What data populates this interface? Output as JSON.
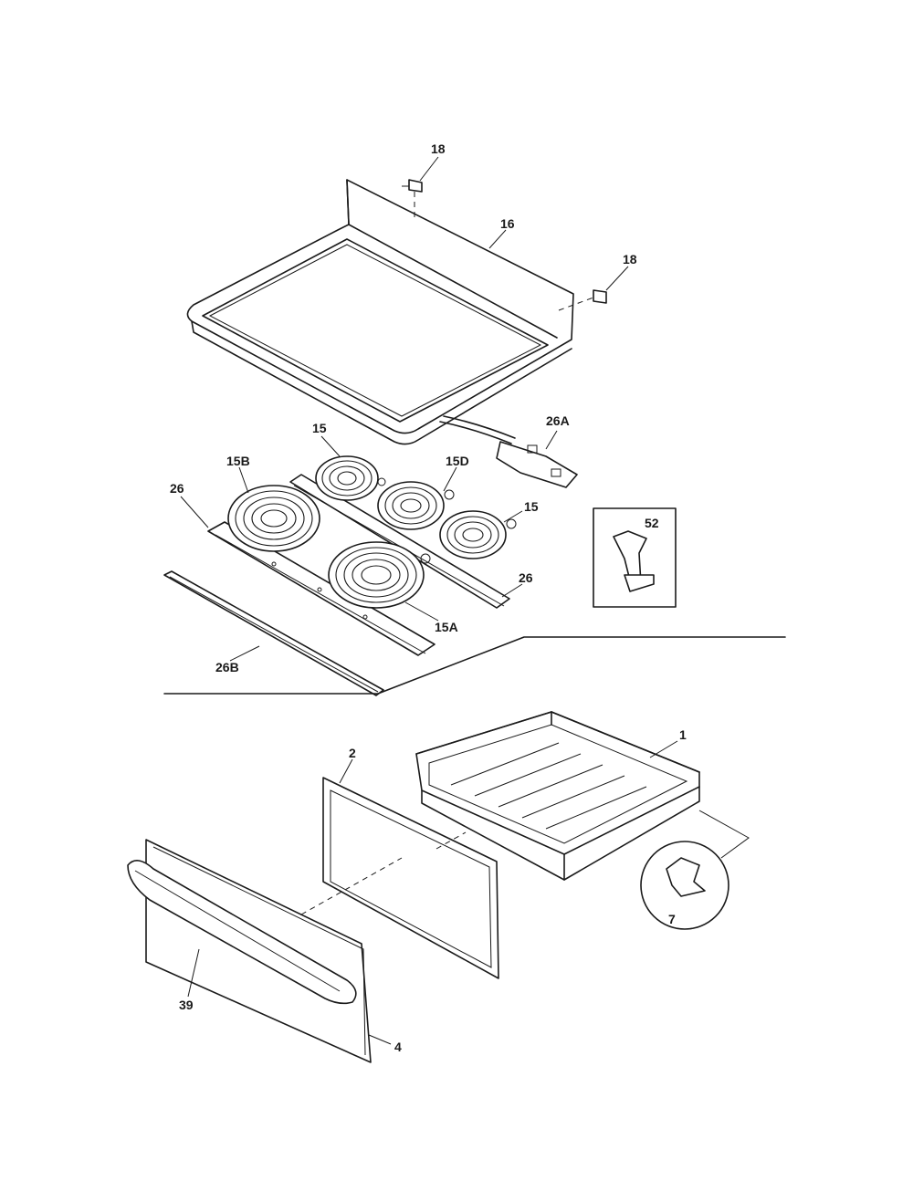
{
  "callouts": {
    "p1": "1",
    "p2": "2",
    "p4": "4",
    "p7": "7",
    "p15_top": "15",
    "p15_right": "15",
    "p15A": "15A",
    "p15B": "15B",
    "p15D": "15D",
    "p16": "16",
    "p18_left": "18",
    "p18_right": "18",
    "p26_left": "26",
    "p26_right": "26",
    "p26A": "26A",
    "p26B": "26B",
    "p39": "39",
    "p52": "52"
  }
}
